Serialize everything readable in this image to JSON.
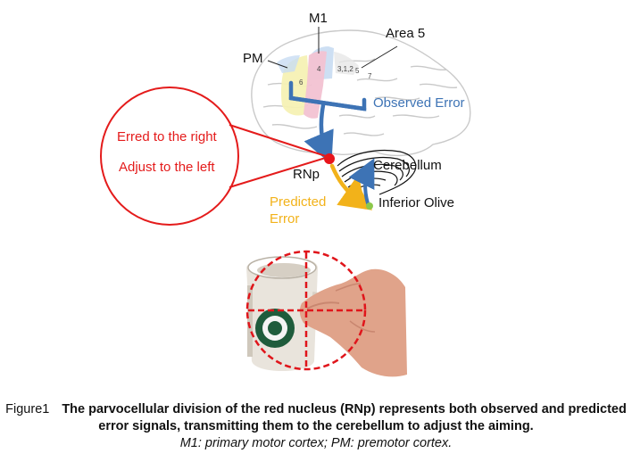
{
  "diagram": {
    "labels": {
      "m1": "M1",
      "area5": "Area 5",
      "pm": "PM",
      "num_4": "4",
      "num_312": "3,1,2",
      "num_5": "5",
      "num_6": "6",
      "num_7": "7",
      "observed_error": "Observed Error",
      "erred_right": "Erred to the right",
      "adjust_left": "Adjust to the left",
      "rnp": "RNp",
      "cerebellum": "Cerebellum",
      "predicted": "Predicted",
      "error": "Error",
      "inferior_olive": "Inferior Olive"
    },
    "colors": {
      "observed_blue": "#3d73b5",
      "predicted_orange": "#f2b21a",
      "callout_red": "#e41b1b",
      "red_nucleus": "#e8141b",
      "olive_green": "#8cc84b",
      "pm_yellow": "#f6f1b4",
      "m1_pink": "#f2c2d2",
      "area_blue": "#c8dcf2"
    },
    "icons": [
      "brain-outline",
      "cerebellum-outline",
      "aiming-crosshair",
      "hand-photo",
      "mug-photo"
    ]
  },
  "caption": {
    "prefix": "Figure1",
    "bold_text": "The parvocellular division of the red nucleus (RNp) represents both observed and predicted error signals, transmitting them to the cerebellum to adjust the aiming.",
    "note": "M1: primary motor cortex; PM: premotor cortex."
  }
}
